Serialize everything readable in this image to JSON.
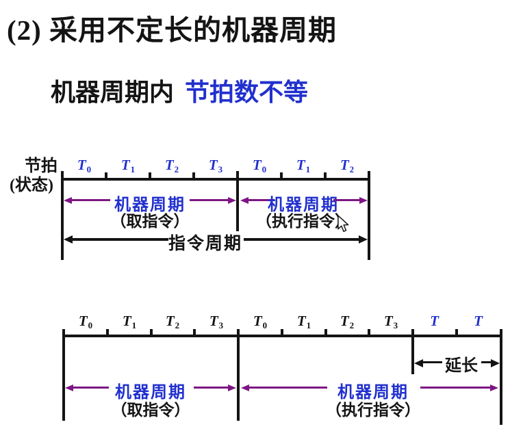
{
  "slide": {
    "title": "(2) 采用不定长的机器周期",
    "subtitle_prefix": "机器周期内",
    "subtitle_highlight": "节拍数不等"
  },
  "colors": {
    "blue": "#2130cd",
    "purple": "#7d1683",
    "ink": "#141414"
  },
  "icons": {
    "cursor": "mouse-arrow-cursor"
  },
  "diagram1": {
    "axis_label_line1": "节拍",
    "axis_label_line2": "(状态)",
    "t_labels": [
      {
        "base": "T",
        "sub": "0"
      },
      {
        "base": "T",
        "sub": "1"
      },
      {
        "base": "T",
        "sub": "2"
      },
      {
        "base": "T",
        "sub": "3"
      },
      {
        "base": "T",
        "sub": "0"
      },
      {
        "base": "T",
        "sub": "1"
      },
      {
        "base": "T",
        "sub": "2"
      }
    ],
    "cycle1_label": "机器周期",
    "cycle1_sublabel": "（取指令）",
    "cycle2_label": "机器周期",
    "cycle2_sublabel": "（执行指令）",
    "instruction_cycle_label": "指令周期"
  },
  "diagram2": {
    "t_labels": [
      {
        "base": "T",
        "sub": "0"
      },
      {
        "base": "T",
        "sub": "1"
      },
      {
        "base": "T",
        "sub": "2"
      },
      {
        "base": "T",
        "sub": "3"
      },
      {
        "base": "T",
        "sub": "0"
      },
      {
        "base": "T",
        "sub": "1"
      },
      {
        "base": "T",
        "sub": "2"
      },
      {
        "base": "T",
        "sub": "3"
      },
      {
        "base": "T",
        "sub": ""
      },
      {
        "base": "T",
        "sub": ""
      }
    ],
    "cycle1_label": "机器周期",
    "cycle1_sublabel": "（取指令）",
    "cycle2_label": "机器周期",
    "cycle2_sublabel": "（执行指令）",
    "extension_label": "延长"
  }
}
